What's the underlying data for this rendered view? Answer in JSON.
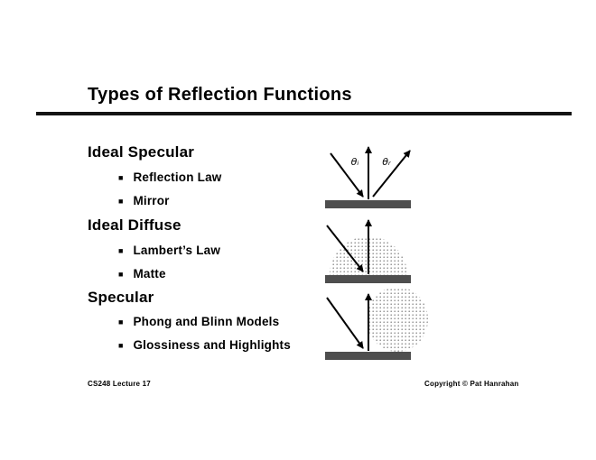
{
  "colors": {
    "background": "#ffffff",
    "text": "#000000",
    "surface_bar": "#4e4e4e",
    "stipple_dot": "#8c8c8c",
    "rule": "#141414"
  },
  "slide": {
    "title": "Types of Reflection Functions",
    "bullet_glyph": "■",
    "sections": [
      {
        "heading": "Ideal Specular",
        "bullets": [
          "Reflection Law",
          "Mirror"
        ]
      },
      {
        "heading": "Ideal Diffuse",
        "bullets": [
          "Lambert’s Law",
          "Matte"
        ]
      },
      {
        "heading": "Specular",
        "bullets": [
          "Phong and Blinn Models",
          "Glossiness and Highlights"
        ]
      }
    ],
    "footer_left": "CS248 Lecture 17",
    "footer_right": "Copyright © Pat Hanrahan"
  },
  "diagrams": {
    "ideal_specular": {
      "theta_incident": "θᵢ",
      "theta_reflected": "θᵣ"
    }
  }
}
